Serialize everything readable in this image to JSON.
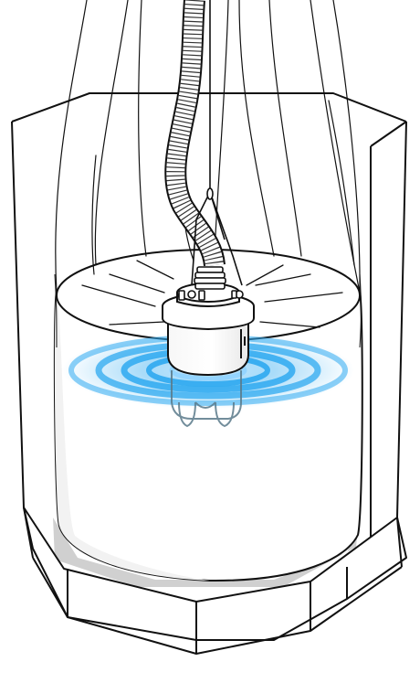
{
  "illustration": {
    "subject": "tote-liner-with-mixer",
    "colors": {
      "outline": "#111111",
      "liner_fill": "#ffffff",
      "liquid_fill": "#ffffff",
      "liquid_edge": "#b7b7b7",
      "tote_base": "#f5f5f5",
      "tote_shadow": "#cfcfcf",
      "ripple": "#2ea9f0",
      "ripple_glow": "#8fd3ff",
      "hose": "#ffffff"
    },
    "icons": [
      "tote-frame",
      "liner-bag",
      "liquid-surface",
      "submersible-mixer",
      "corrugated-hose",
      "lifting-cable",
      "ripple-waves"
    ]
  }
}
